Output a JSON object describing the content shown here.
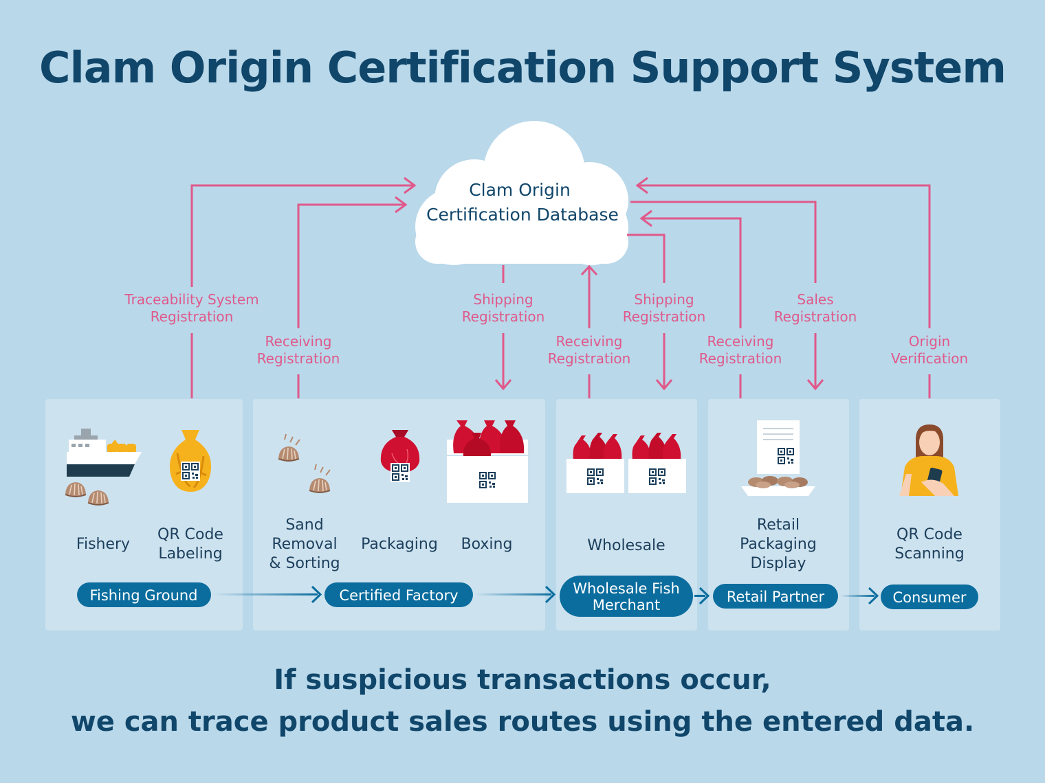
{
  "title": "Clam Origin Certification Support System",
  "database": {
    "line1": "Clam Origin",
    "line2": "Certification Database"
  },
  "flows": {
    "traceability": [
      "Traceability System",
      "Registration"
    ],
    "receiving_factory": [
      "Receiving",
      "Registration"
    ],
    "shipping_factory": [
      "Shipping",
      "Registration"
    ],
    "receiving_wholesale": [
      "Receiving",
      "Registration"
    ],
    "shipping_wholesale": [
      "Shipping",
      "Registration"
    ],
    "receiving_retail": [
      "Receiving",
      "Registration"
    ],
    "sales": [
      "Sales",
      "Registration"
    ],
    "origin_verification": [
      "Origin",
      "Verification"
    ]
  },
  "steps": {
    "fishery": [
      "Fishery"
    ],
    "qr_labeling": [
      "QR Code",
      "Labeling"
    ],
    "sand_removal": [
      "Sand",
      "Removal",
      "& Sorting"
    ],
    "packaging": [
      "Packaging"
    ],
    "boxing": [
      "Boxing"
    ],
    "wholesale": [
      "Wholesale"
    ],
    "retail_display": [
      "Retail",
      "Packaging",
      "Display"
    ],
    "qr_scanning": [
      "QR Code",
      "Scanning"
    ]
  },
  "stages": {
    "fishing_ground": "Fishing Ground",
    "certified_factory": "Certified Factory",
    "wholesale_merchant": [
      "Wholesale Fish",
      "Merchant"
    ],
    "retail_partner": "Retail Partner",
    "consumer": "Consumer"
  },
  "footer": {
    "line1": "If suspicious transactions occur,",
    "line2": "we can trace product sales routes using the entered data."
  },
  "colors": {
    "background": "#b9d8ea",
    "panel": "#cde2ef",
    "title": "#10466a",
    "flow_arrow": "#e0598a",
    "stage_pill": "#0b6d9e",
    "bag_red": "#d01030",
    "bag_yellow": "#f5b21d"
  },
  "icons": [
    "fishing-boat-icon",
    "clam-icon",
    "yellow-bag-qr-icon",
    "sand-clam-icon",
    "red-bag-qr-icon",
    "box-of-bags-icon",
    "wholesale-boxes-icon",
    "retail-tray-icon",
    "consumer-phone-icon",
    "qr-code-icon",
    "cloud-icon"
  ]
}
